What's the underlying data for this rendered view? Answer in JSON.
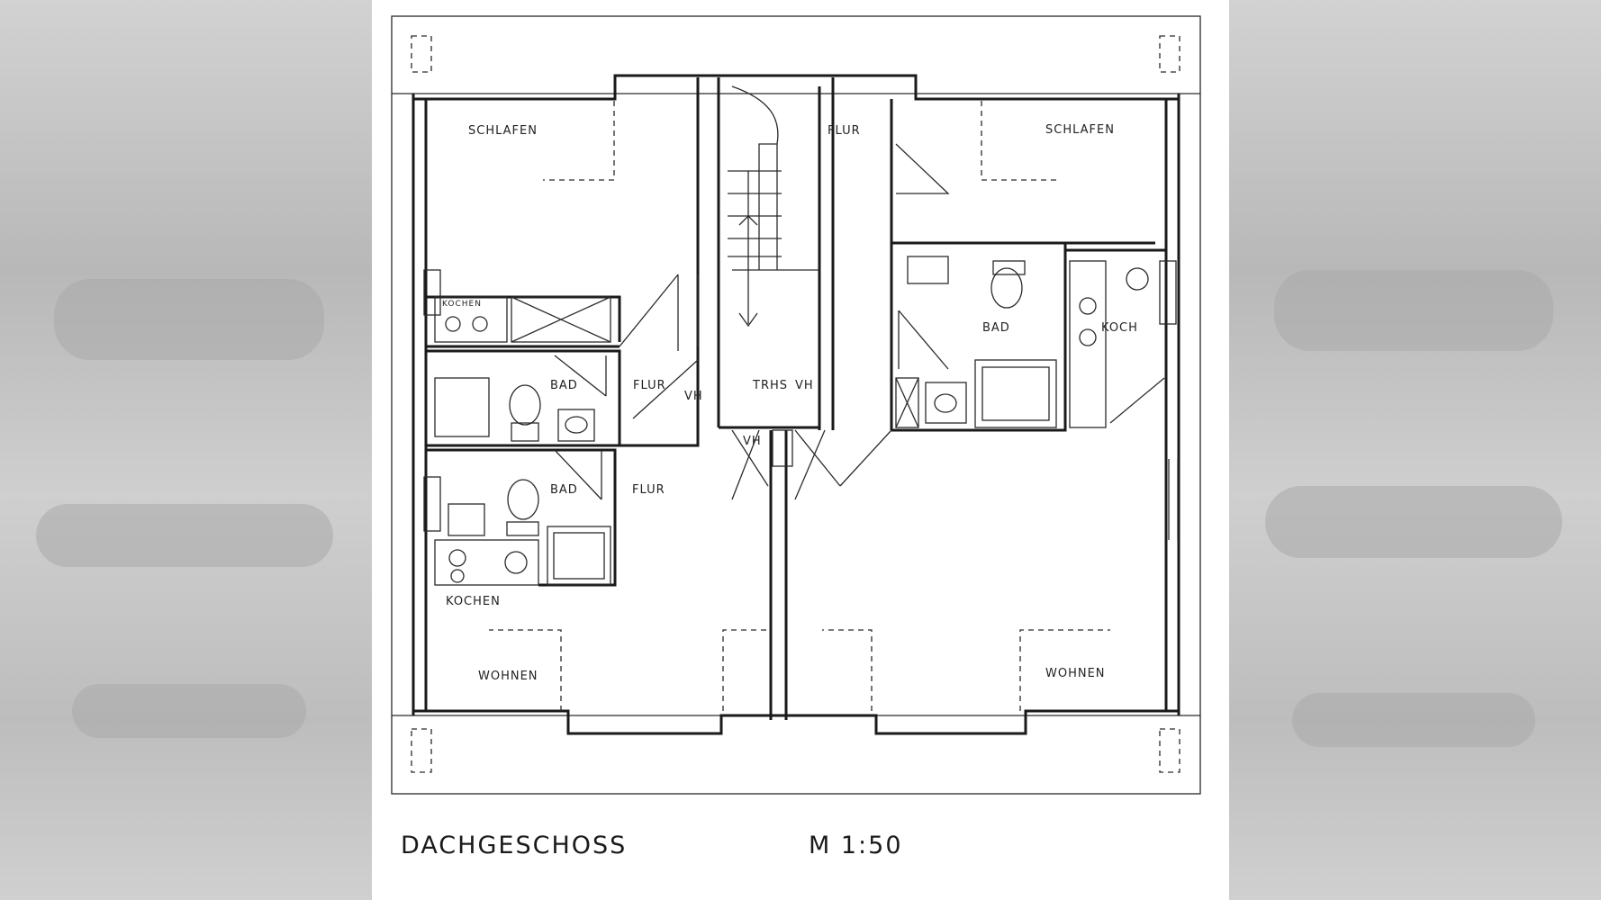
{
  "rooms": {
    "left_schlafen": "SCHLAFEN",
    "right_schlafen": "SCHLAFEN",
    "upper_flur": "FLUR",
    "left_kochen_upper": "KOCHEN",
    "left_bad_upper": "BAD",
    "left_flur_mid": "FLUR",
    "treppenhaus": "TRHS",
    "left_bad_lower": "BAD",
    "left_flur_lower": "FLUR",
    "left_kochen_lower": "KOCHEN",
    "left_wohnen": "WOHNEN",
    "right_bad": "BAD",
    "right_koch": "KOCH",
    "right_wohnen": "WOHNEN"
  },
  "marks": {
    "vh_1": "VH",
    "vh_2": "VH",
    "vh_3": "VH"
  },
  "caption": {
    "floor": "DACHGESCHOSS",
    "scale": "M  1:50"
  },
  "colors": {
    "paper": "#ffffff",
    "ink": "#1a1a1a",
    "background": "#c9c9c9"
  }
}
